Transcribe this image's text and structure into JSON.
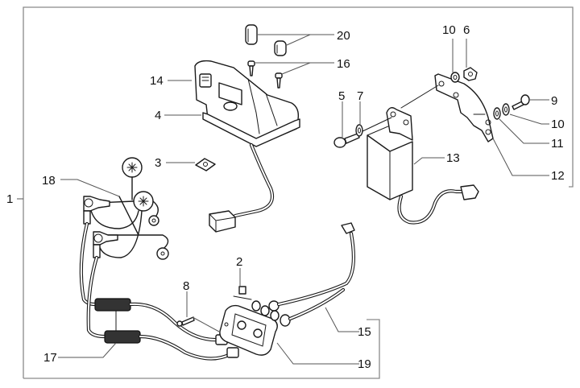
{
  "diagram": {
    "type": "exploded parts diagram",
    "colors": {
      "line": "#1a1a1a",
      "frame": "#8a8a8a",
      "background": "#ffffff"
    },
    "callouts": [
      {
        "id": "1",
        "label": "1"
      },
      {
        "id": "2",
        "label": "2"
      },
      {
        "id": "3",
        "label": "3"
      },
      {
        "id": "4",
        "label": "4"
      },
      {
        "id": "5",
        "label": "5"
      },
      {
        "id": "6",
        "label": "6"
      },
      {
        "id": "7",
        "label": "7"
      },
      {
        "id": "8",
        "label": "8"
      },
      {
        "id": "9",
        "label": "9"
      },
      {
        "id": "10a",
        "label": "10"
      },
      {
        "id": "10b",
        "label": "10"
      },
      {
        "id": "11",
        "label": "11"
      },
      {
        "id": "12",
        "label": "12"
      },
      {
        "id": "13",
        "label": "13"
      },
      {
        "id": "14",
        "label": "14"
      },
      {
        "id": "15",
        "label": "15"
      },
      {
        "id": "16",
        "label": "16"
      },
      {
        "id": "17",
        "label": "17"
      },
      {
        "id": "18",
        "label": "18"
      },
      {
        "id": "19",
        "label": "19"
      },
      {
        "id": "20",
        "label": "20"
      }
    ]
  }
}
